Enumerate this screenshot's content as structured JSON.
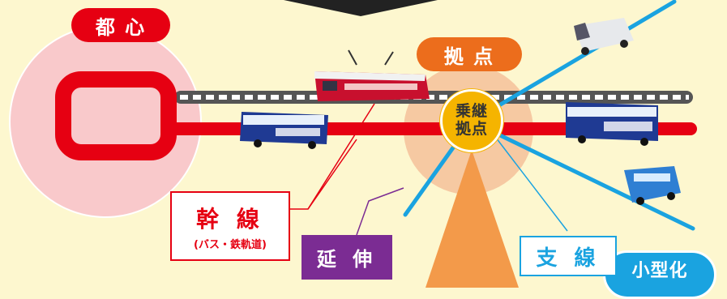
{
  "labels": {
    "toshin": "都 心",
    "kyoten": "拠 点",
    "noritsugi_line1": "乗継",
    "noritsugi_line2": "拠点",
    "kansen": "幹 線",
    "kansen_sub": "(バス・鉄軌道)",
    "enshin": "延 伸",
    "shisen": "支 線",
    "kogata": "小型化"
  },
  "colors": {
    "background": "#fdf7cf",
    "city_center_circle": "#f9c9cb",
    "hub_circle": "#f6c9a2",
    "trunk_red": "#e60012",
    "hub_orange": "#ec6d1c",
    "transfer_yellow": "#f5b400",
    "branch_blue": "#1aa3e0",
    "extension_purple": "#7b2c93",
    "rail_gray": "#555555"
  }
}
